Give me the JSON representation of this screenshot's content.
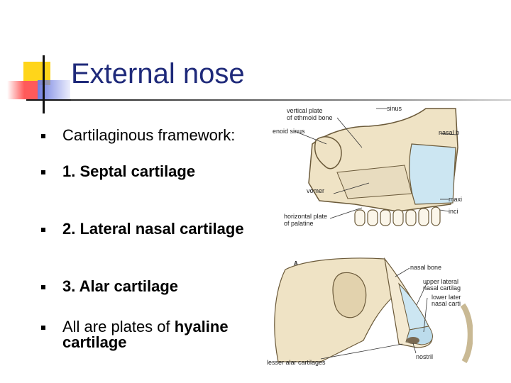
{
  "slide": {
    "title": "External nose",
    "bullets": [
      {
        "text": "Cartilaginous framework:",
        "bold": false
      },
      {
        "text": "1. Septal cartilage",
        "bold": true
      },
      {
        "text": "2. Lateral nasal cartilage",
        "bold": true
      },
      {
        "text": "3. Alar cartilage",
        "bold": true
      },
      {
        "text_plain": "All are plates of",
        "text_bold": "hyaline cartilage"
      }
    ]
  },
  "figure_top": {
    "labels": {
      "vertical_plate": "vertical plate",
      "of_ethmoid": "of ethmoid bone",
      "sinus": "sinus",
      "enoid_sinus": "enoid sinus",
      "nasal_b": "nasal b",
      "vomer": "vomer",
      "maxi": "maxi",
      "inci": "inci",
      "horizontal_plate": "horizontal plate",
      "of_palatine": "of palatine"
    }
  },
  "figure_bottom": {
    "labels": {
      "panel": "A",
      "nasal_bone": "nasal bone",
      "upper_lateral": "upper lateral",
      "nasal_cartilag": "nasal cartilag",
      "lower_later": "lower later",
      "nasal_carti": "nasal carti",
      "nostril": "nostril",
      "lesser_alar": "lesser alar cartilages"
    }
  },
  "colors": {
    "title": "#1f2a7a",
    "bone": "#efe3c5",
    "cartilage": "#cce6f2",
    "deco_yellow": "#ffd51a",
    "deco_red": "#ff5a5a",
    "deco_blue": "#6f7de0"
  }
}
